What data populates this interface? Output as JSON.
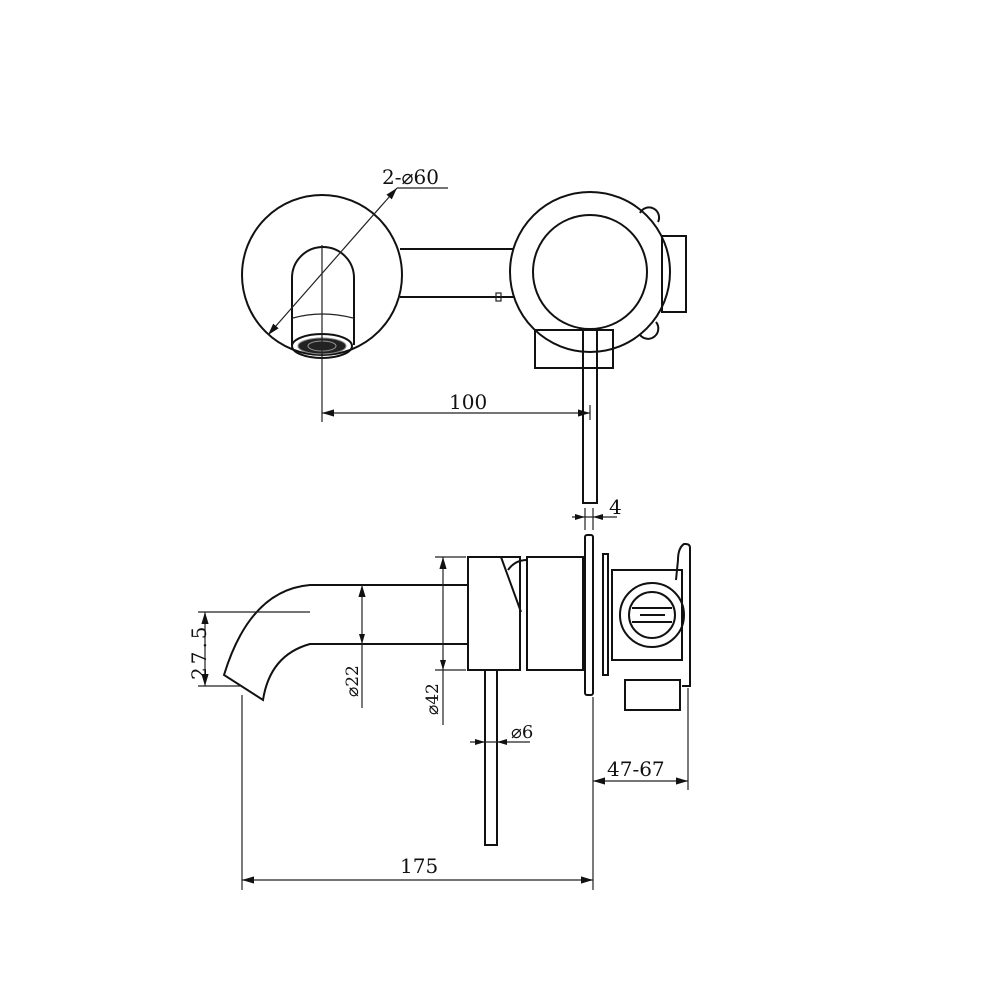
{
  "drawing": {
    "top_view": {
      "dimensions": {
        "plate_diameter": "2-⌀60",
        "spout_to_handle": "100"
      }
    },
    "side_view": {
      "dimensions": {
        "flange_thickness": "4",
        "spout_drop": "27.5",
        "spout_diameter": "⌀22",
        "body_diameter": "⌀42",
        "handle_diameter": "⌀6",
        "wall_depth_range": "47-67",
        "spout_projection": "175"
      }
    }
  }
}
